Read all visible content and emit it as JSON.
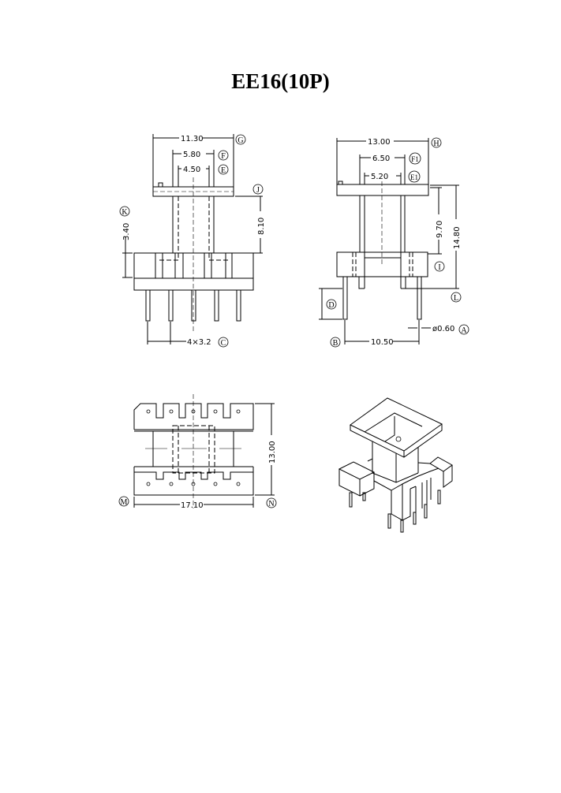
{
  "title": "EE16(10P)",
  "front_view": {
    "dims": {
      "overall_width": "11.30",
      "core_outer": "5.80",
      "core_inner": "4.50",
      "flange_to_base": "8.10",
      "base_height": "3.40",
      "pin_pitch": "4×3.2"
    },
    "labels": {
      "G": "G",
      "F": "F",
      "E": "E",
      "J": "J",
      "K": "K",
      "C": "C"
    }
  },
  "side_view": {
    "dims": {
      "overall_width": "13.00",
      "core_outer": "6.50",
      "core_inner": "5.20",
      "flange_to_base": "9.70",
      "total_height": "14.80",
      "pin_span": "10.50",
      "pin_diameter": "ø0.60"
    },
    "labels": {
      "H": "H",
      "F1": "F1",
      "E1": "E1",
      "I": "I",
      "L": "L",
      "D": "D",
      "B": "B",
      "A": "A"
    }
  },
  "bottom_view": {
    "dims": {
      "depth": "13.00",
      "width": "17.10"
    },
    "labels": {
      "M": "M",
      "N": "N"
    }
  }
}
